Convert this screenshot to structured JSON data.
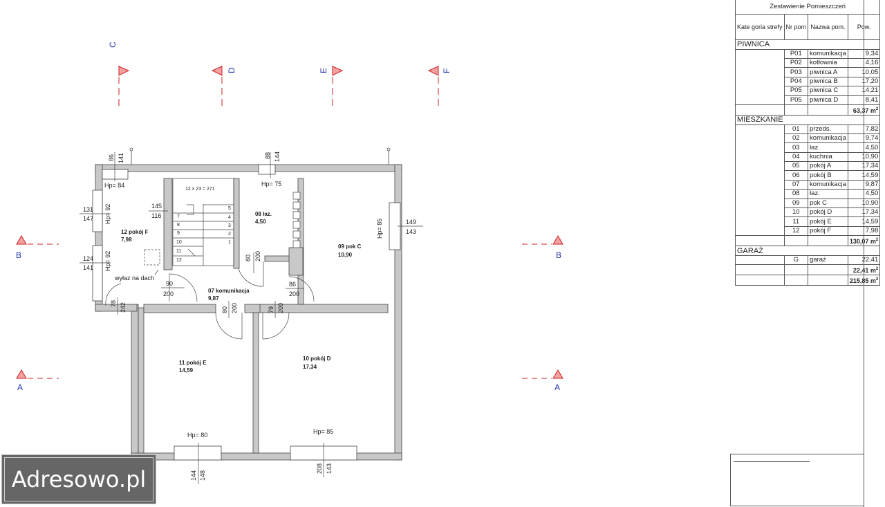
{
  "schedule": {
    "title": "Zestawienie Pomieszczeń",
    "headers": {
      "kat": "Kate goria strefy",
      "nr": "Nr pom",
      "nazwa": "Nazwa pom.",
      "pow": "Pow."
    },
    "groups": [
      {
        "name": "PIWNICA",
        "rows": [
          {
            "nr": "P01",
            "name": "komunikacja",
            "area": "9,34"
          },
          {
            "nr": "P02",
            "name": "kotłownia",
            "area": "4,16"
          },
          {
            "nr": "P03",
            "name": "piwnica A",
            "area": "10,05"
          },
          {
            "nr": "P04",
            "name": "piwnica B",
            "area": "17,20"
          },
          {
            "nr": "P05",
            "name": "piwnica C",
            "area": "14,21"
          },
          {
            "nr": "P05",
            "name": "piwnica D",
            "area": "8,41"
          }
        ],
        "total": "63,37 m"
      },
      {
        "name": "MIESZKANIE",
        "rows": [
          {
            "nr": "01",
            "name": "przeds.",
            "area": "7,82"
          },
          {
            "nr": "02",
            "name": "komunikacja",
            "area": "9,74"
          },
          {
            "nr": "03",
            "name": "łaz.",
            "area": "4,50"
          },
          {
            "nr": "04",
            "name": "kuchnia",
            "area": "10,90"
          },
          {
            "nr": "05",
            "name": "pokój A",
            "area": "17,34"
          },
          {
            "nr": "06",
            "name": "pokój B",
            "area": "14,59"
          },
          {
            "nr": "07",
            "name": "komunikacja",
            "area": "9,87"
          },
          {
            "nr": "08",
            "name": "łaz.",
            "area": "4,50"
          },
          {
            "nr": "09",
            "name": "pok C",
            "area": "10,90"
          },
          {
            "nr": "10",
            "name": "pokój D",
            "area": "17,34"
          },
          {
            "nr": "11",
            "name": "pokój E",
            "area": "14,59"
          },
          {
            "nr": "12",
            "name": "pokój F",
            "area": "7,98"
          }
        ],
        "total": "130,07 m"
      },
      {
        "name": "GARAŻ",
        "rows": [
          {
            "nr": "G",
            "name": "garaż",
            "area": "22,41"
          }
        ],
        "total": "22,41 m"
      }
    ],
    "grand_total": "215,85 m",
    "sup": "2"
  },
  "axes": {
    "c": "C",
    "d": "D",
    "e": "E",
    "f": "F",
    "a": "A",
    "b": "B"
  },
  "rooms": {
    "r12": {
      "label": "12    pokój F",
      "area": "7,98"
    },
    "r08": {
      "label": "08   łaz.",
      "area": "4,50"
    },
    "r09": {
      "label": "09    pok C",
      "area": "10,90"
    },
    "r07": {
      "label": "07    komunikacja",
      "area": "9,87"
    },
    "r11": {
      "label": "11    pokój E",
      "area": "14,59"
    },
    "r10": {
      "label": "10    pokój D",
      "area": "17,34"
    }
  },
  "heights": {
    "hp84": "Hp= 84",
    "hp75": "Hp= 75",
    "hp85a": "Hp= 85",
    "hp92a": "Hp= 92",
    "hp92b": "Hp= 92",
    "hp80": "Hp= 80",
    "hp85b": "Hp= 85"
  },
  "stairs": {
    "spec": "12 x 23 = 271",
    "steps_left": [
      "7",
      "8",
      "9",
      "10",
      "11",
      "12"
    ],
    "steps_right": [
      "5",
      "4",
      "3",
      "2",
      "1"
    ]
  },
  "notes": {
    "roof_exit": "wyłaz na dach"
  },
  "dims": {
    "d86": "86",
    "d141": "141",
    "d88": "88",
    "d144": "144",
    "d131": "131",
    "d147": "147",
    "d124": "124",
    "d141b": "141",
    "d145": "145",
    "d116": "116",
    "d149": "149",
    "d143": "143",
    "d80a": "80",
    "d200a": "200",
    "d90": "90",
    "d200b": "200",
    "d86b": "86",
    "d200c": "200",
    "d78": "78",
    "d242": "242",
    "d80b": "80",
    "d200d": "200",
    "d79": "79",
    "d200e": "200",
    "d148": "148",
    "d144b": "144",
    "d208": "208",
    "d143b": "143"
  },
  "watermark": "Adresowo.pl"
}
